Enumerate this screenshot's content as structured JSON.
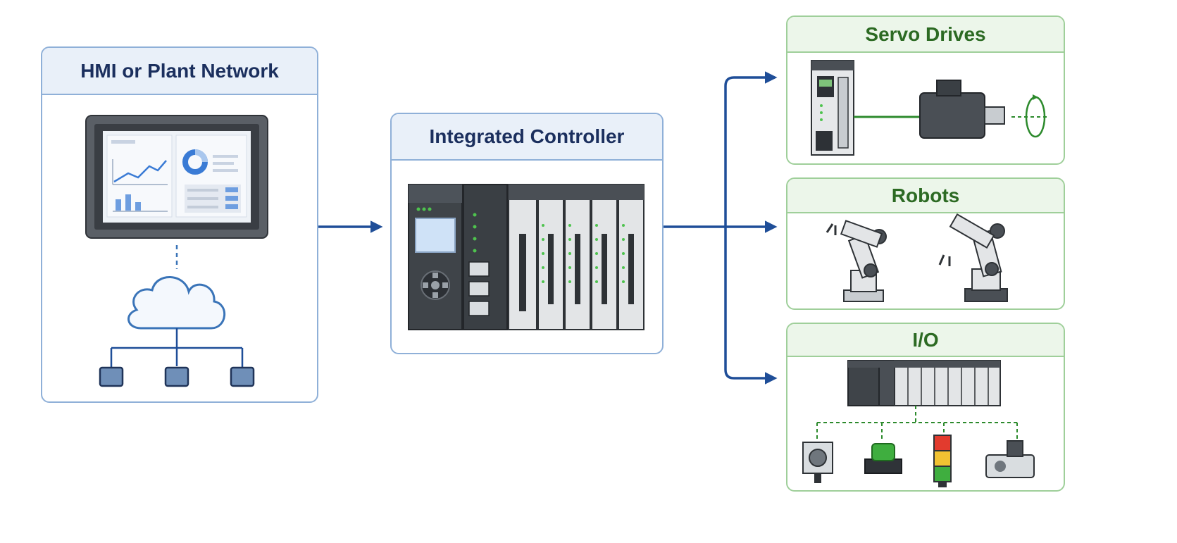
{
  "hmi_panel": {
    "title": "HMI or Plant Network"
  },
  "controller_panel": {
    "title": "Integrated Controller"
  },
  "outputs": {
    "servo": {
      "title": "Servo Drives"
    },
    "robots": {
      "title": "Robots"
    },
    "io": {
      "title": "I/O"
    }
  },
  "colors": {
    "network_blue": "#1f4e98",
    "header_blue": "#e9f0f9",
    "io_green": "#2c8a2c",
    "header_green": "#ecf6ea"
  },
  "icons": [
    "monitor-icon",
    "cloud-icon",
    "network-node-icon",
    "plc-controller-icon",
    "servo-drive-icon",
    "servo-motor-icon",
    "rotation-icon",
    "robot-arm-icon",
    "io-rack-icon",
    "sensor-icon",
    "push-button-icon",
    "stack-light-icon",
    "proximity-sensor-icon"
  ]
}
